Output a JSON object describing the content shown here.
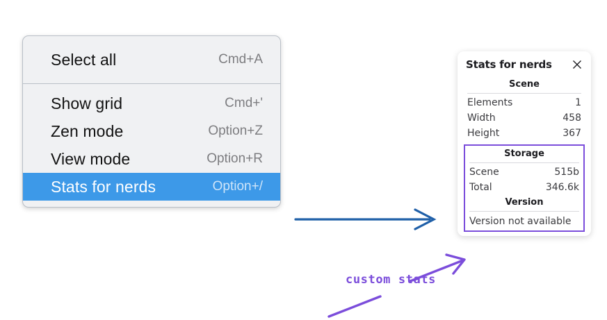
{
  "context_menu": {
    "name": "context-menu",
    "sections": [
      {
        "items": [
          {
            "label": "Select all",
            "shortcut": "Cmd+A",
            "selected": false
          }
        ]
      },
      {
        "items": [
          {
            "label": "Show grid",
            "shortcut": "Cmd+'",
            "selected": false
          },
          {
            "label": "Zen mode",
            "shortcut": "Option+Z",
            "selected": false
          },
          {
            "label": "View mode",
            "shortcut": "Option+R",
            "selected": false
          },
          {
            "label": "Stats for nerds",
            "shortcut": "Option+/",
            "selected": true
          }
        ]
      }
    ]
  },
  "stats_panel": {
    "title": "Stats for nerds",
    "close_icon": "close-icon",
    "scene": {
      "heading": "Scene",
      "rows": [
        {
          "key": "Elements",
          "value": "1"
        },
        {
          "key": "Width",
          "value": "458"
        },
        {
          "key": "Height",
          "value": "367"
        }
      ]
    },
    "storage": {
      "heading": "Storage",
      "rows": [
        {
          "key": "Scene",
          "value": "515b"
        },
        {
          "key": "Total",
          "value": "346.6k"
        }
      ]
    },
    "version": {
      "heading": "Version",
      "text": "Version not available"
    }
  },
  "annotations": {
    "custom_stats_label": "custom stats"
  },
  "colors": {
    "menu_background": "#f0f1f3",
    "menu_border": "#b9bfc7",
    "selection_blue": "#3d99e8",
    "shortcut_grey": "#7d7d80",
    "annotation_purple": "#7b4ddb",
    "arrow_blue": "#1f5fa8",
    "panel_white": "#ffffff",
    "divider_grey": "#d9d9dd"
  }
}
